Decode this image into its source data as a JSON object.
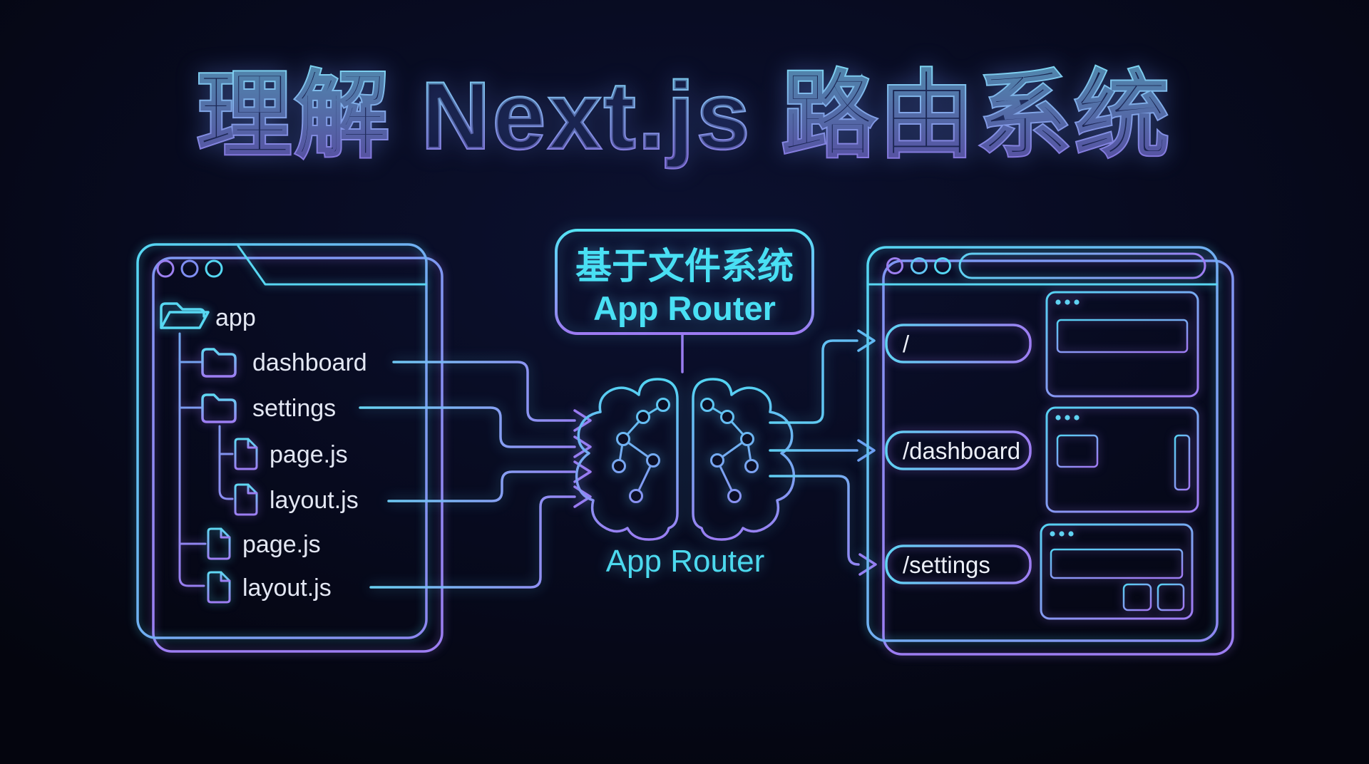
{
  "title": "理解 Next.js 路由系统",
  "file_window": {
    "tree": [
      {
        "label": "app",
        "type": "folder-open",
        "level": 0
      },
      {
        "label": "dashboard",
        "type": "folder",
        "level": 1
      },
      {
        "label": "settings",
        "type": "folder",
        "level": 1
      },
      {
        "label": "page.js",
        "type": "file",
        "level": 2
      },
      {
        "label": "layout.js",
        "type": "file",
        "level": 2
      },
      {
        "label": "page.js",
        "type": "file",
        "level": 1
      },
      {
        "label": "layout.js",
        "type": "file",
        "level": 1
      }
    ]
  },
  "callout": {
    "line1": "基于文件系统",
    "line2": "App Router"
  },
  "router": {
    "label": "App Router"
  },
  "browser_window": {
    "routes": [
      {
        "path": "/"
      },
      {
        "path": "/dashboard"
      },
      {
        "path": "/settings"
      }
    ]
  },
  "icons": {
    "traffic_lights": "window-dots",
    "folder_open": "open-folder-icon",
    "folder": "folder-icon",
    "file": "file-icon",
    "brain": "brain-circuit-icon",
    "arrow": "arrow-right-icon"
  },
  "colors": {
    "background": "#070a1e",
    "cyan": "#5fd9f2",
    "blue": "#6f8df2",
    "purple": "#9d7df2",
    "text": "#e3e7f3",
    "callout_text": "#49e0f4"
  }
}
